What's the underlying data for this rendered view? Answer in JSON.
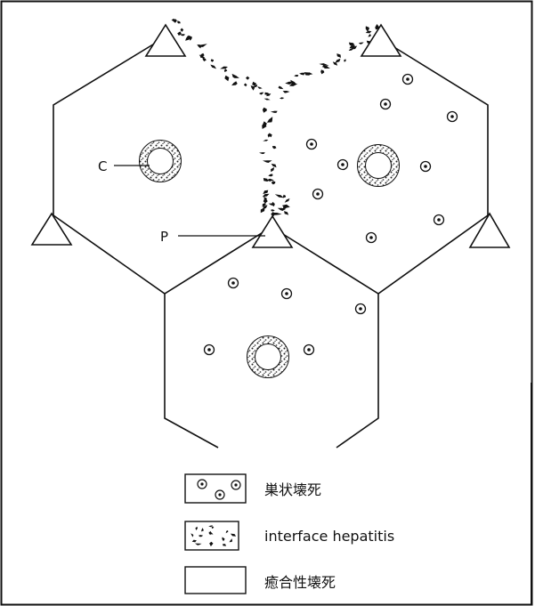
{
  "labels": {
    "central_vein": "C",
    "portal_tract": "P"
  },
  "legend": [
    {
      "key": "spotty",
      "text": "巣状壊死"
    },
    {
      "key": "interface",
      "text": "interface hepatitis"
    },
    {
      "key": "bridging",
      "text": "癒合性壊死"
    }
  ],
  "colors": {
    "ink": "#111111",
    "background": "#ffffff"
  }
}
